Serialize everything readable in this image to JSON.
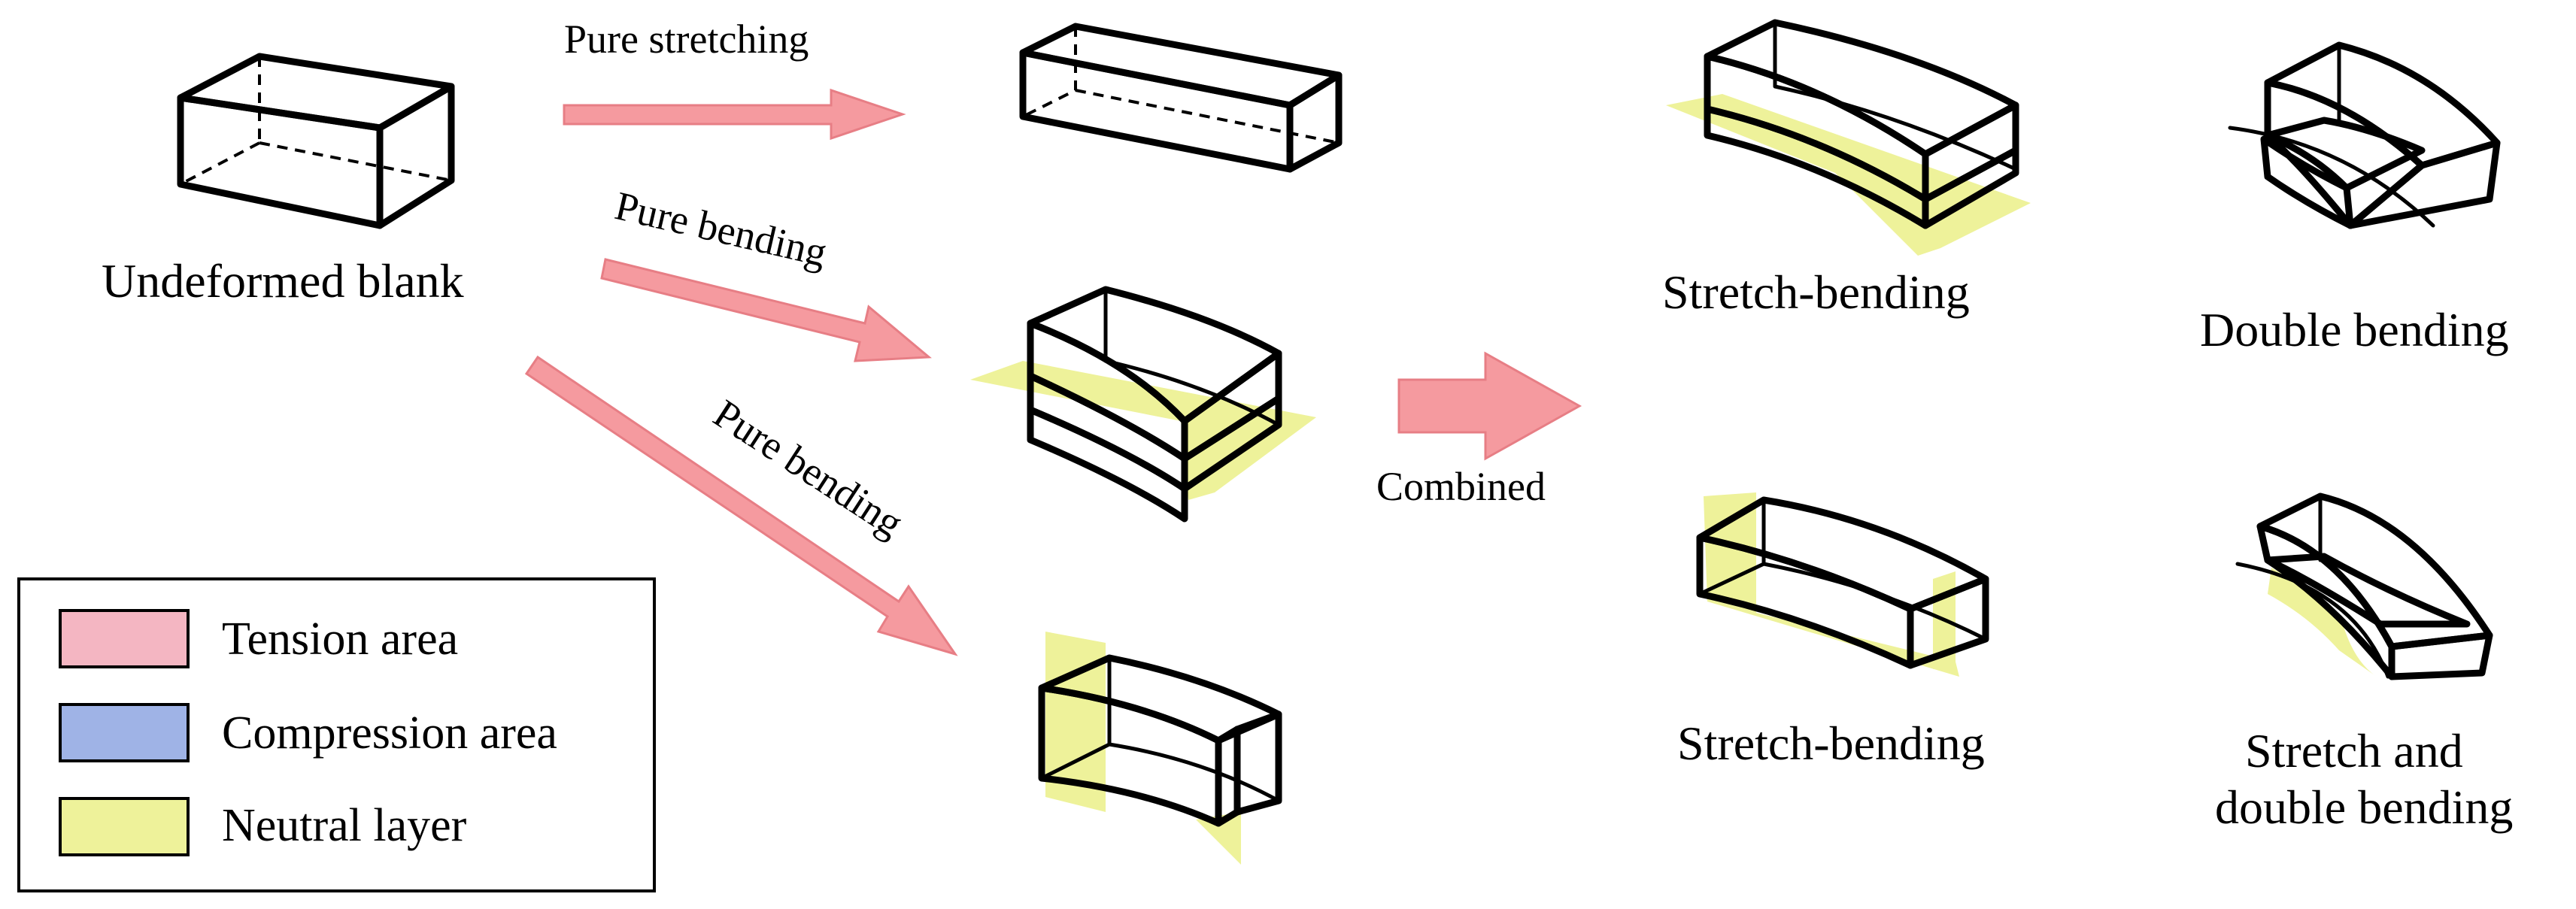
{
  "colors": {
    "tension": "#f4b6c2",
    "compression": "#9fb3e6",
    "neutral": "#eef29a",
    "mixed_green": "#93a98a",
    "mixed_orange": "#d98a55",
    "arrow": "#f59a9f",
    "arrow_edge": "#e77e85"
  },
  "labels": {
    "undeformed": "Undeformed blank",
    "pure_stretching": "Pure stretching",
    "pure_bending_1": "Pure bending",
    "pure_bending_2": "Pure bending",
    "combined": "Combined",
    "stretch_bending_1": "Stretch-bending",
    "double_bending": "Double bending",
    "stretch_bending_2": "Stretch-bending",
    "stretch_double_line1": "Stretch and",
    "stretch_double_line2": "double bending"
  },
  "legend": {
    "items": [
      {
        "label": "Tension area",
        "color": "#f4b6c2"
      },
      {
        "label": "Compression area",
        "color": "#9fb3e6"
      },
      {
        "label": "Neutral layer",
        "color": "#eef29a"
      }
    ]
  }
}
